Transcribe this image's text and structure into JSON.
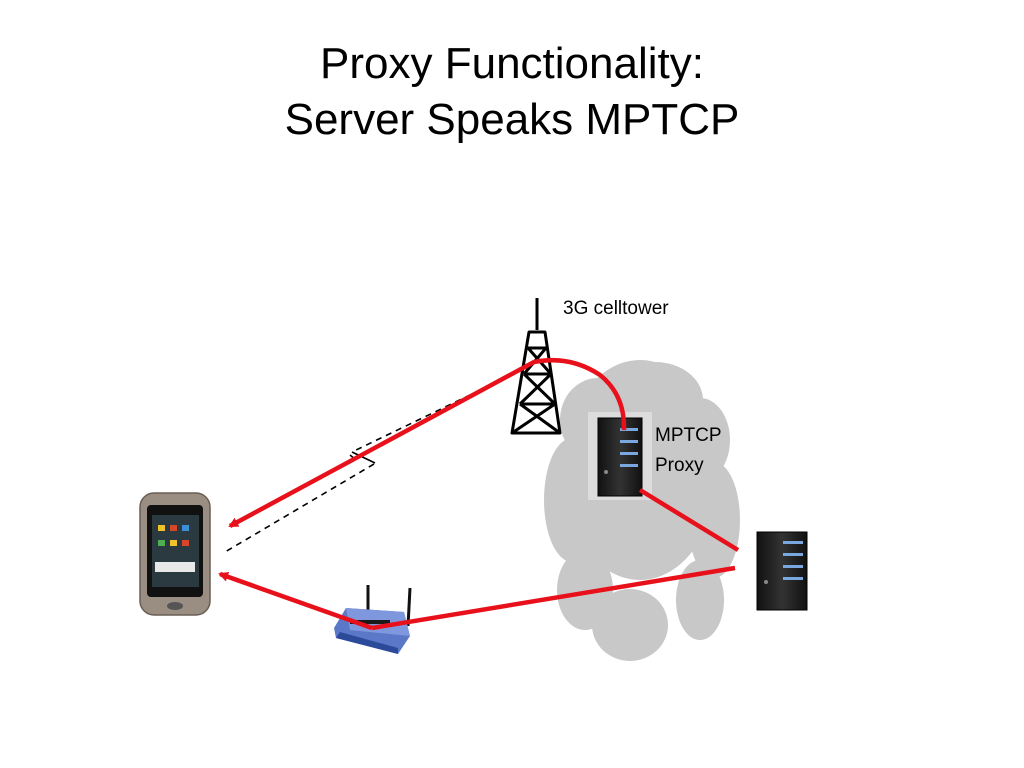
{
  "slide": {
    "title_line1": "Proxy Functionality:",
    "title_line2": "Server Speaks MPTCP"
  },
  "diagram": {
    "labels": {
      "celltower": "3G celltower",
      "proxy_line1": "MPTCP",
      "proxy_line2": "Proxy"
    },
    "nodes": [
      "phone-icon",
      "wifi-router-icon",
      "cell-tower-icon",
      "cloud-icon",
      "proxy-server-icon",
      "server-icon"
    ],
    "colors": {
      "path": "#e8101a",
      "cloud": "#c8c8c8",
      "dashed": "#000000"
    }
  }
}
